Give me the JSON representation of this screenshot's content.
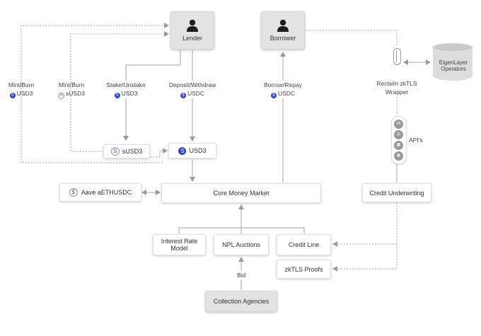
{
  "nodes": {
    "lender": "Lender",
    "borrower": "Borrower",
    "eigenlayer": "EigenLayer Operators",
    "susd3_box": "sUSD3",
    "usd3_box": "USD3",
    "aave": "Aave aETHUSDC",
    "core": "Core Money Market",
    "credit_underwriting": "Credit Underwriting",
    "interest_rate_1": "Interest Rate",
    "interest_rate_2": "Model",
    "npl": "NPL Auctions",
    "credit_line": "Credit Line",
    "zktls_proofs": "zkTLS Proofs",
    "collection": "Collection Agencies"
  },
  "edge_labels": {
    "mint_burn_1": "Mint/Burn",
    "mint_burn_1_token": "USD3",
    "mint_burn_2": "Mint/Burn",
    "mint_burn_2_token": "sUSD3",
    "stake": "Stake/Unstake",
    "stake_token": "USD3",
    "deposit": "Deposit/Withdraw",
    "deposit_token": "USDC",
    "borrow": "Borrow/Repay",
    "borrow_token": "USDC",
    "reclaim_1": "Reclaim zkTLS",
    "reclaim_2": "Wrapper",
    "apis": "API's",
    "bid": "Bid"
  },
  "icons": {
    "usd3_coin": "S",
    "susd3_coin": "S",
    "usdc_coin": "$",
    "aave_coin": "$"
  },
  "colors": {
    "coin_blue": "#2c44c9",
    "node_gray": "#e3e3e3",
    "edge": "#9a9a9a"
  }
}
